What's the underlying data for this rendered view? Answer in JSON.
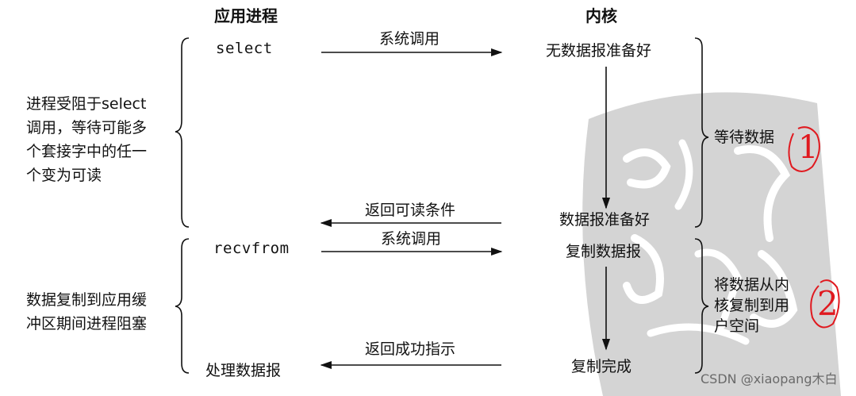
{
  "headers": {
    "app": "应用进程",
    "kernel": "内核"
  },
  "left_notes": {
    "blocked_on_select": [
      "进程受阻于select",
      "调用，等待可能多",
      "个套接字中的任一",
      "个变为可读"
    ],
    "copy_blocked": [
      "数据复制到应用缓",
      "冲区期间进程阻塞"
    ]
  },
  "app_steps": {
    "select": "select",
    "recvfrom": "recvfrom",
    "process": "处理数据报"
  },
  "arrows": {
    "syscall_1": "系统调用",
    "return_readable": "返回可读条件",
    "syscall_2": "系统调用",
    "return_success": "返回成功指示"
  },
  "kernel_states": {
    "no_data": "无数据报准备好",
    "data_ready": "数据报准备好",
    "copy_data": "复制数据报",
    "copy_done": "复制完成"
  },
  "right_notes": {
    "wait_data": "等待数据",
    "copy_to_user": [
      "将数据从内",
      "核复制到用",
      "户空间"
    ]
  },
  "annotations": {
    "mark_1": "1",
    "mark_2": "2"
  },
  "watermark": "CSDN @xiaopang木白",
  "colors": {
    "ink": "#111111",
    "annotation": "#e0191f",
    "seal": "#d2d2d2"
  }
}
